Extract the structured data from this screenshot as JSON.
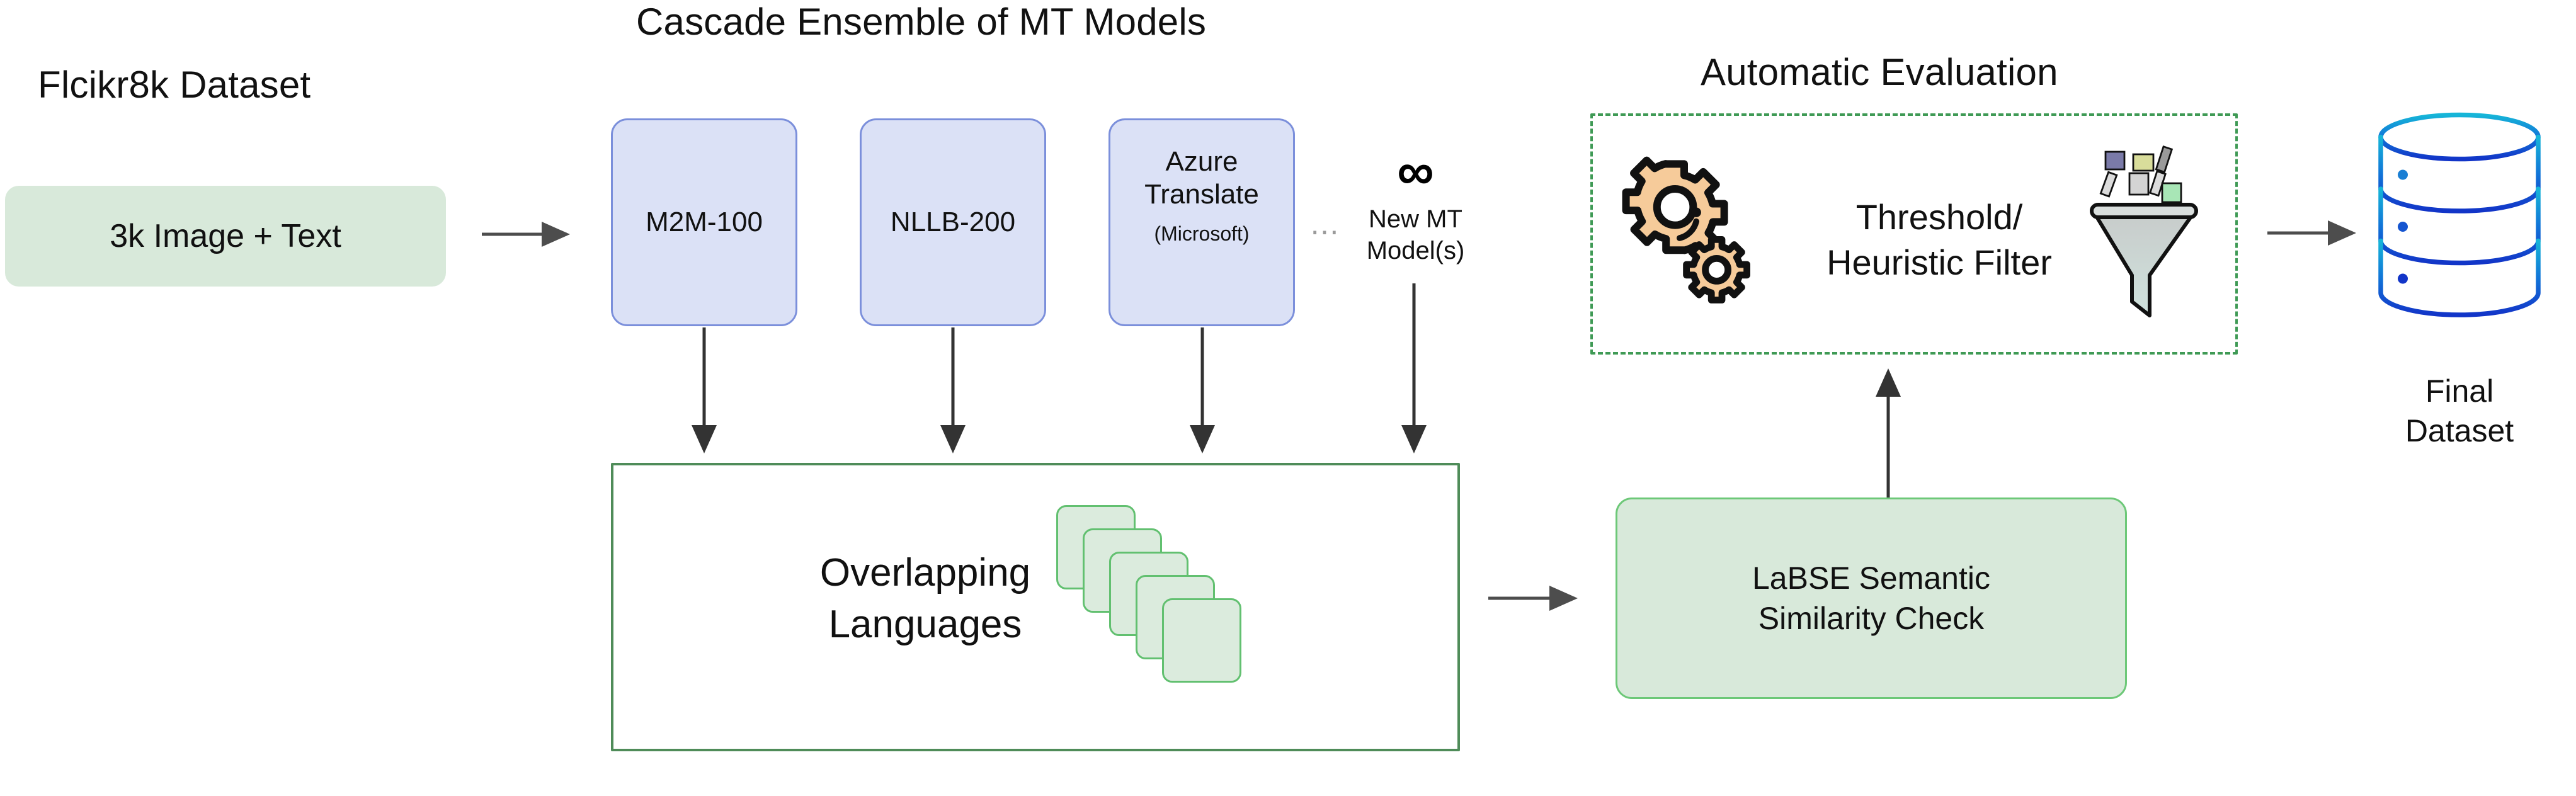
{
  "diagram": {
    "title_left": "Flcikr8k Dataset",
    "title_center": "Cascade Ensemble of MT Models",
    "title_right": "Automatic Evaluation"
  },
  "source": {
    "box_label": "3k Image + Text"
  },
  "mt_models": [
    {
      "name": "M2M-100",
      "sub": ""
    },
    {
      "name": "NLLB-200",
      "sub": ""
    },
    {
      "name": "Azure\nTranslate",
      "sub": "(Microsoft)"
    }
  ],
  "mt_models_flat": {
    "m2m": "M2M-100",
    "nllb": "NLLB-200",
    "azure_line1": "Azure",
    "azure_line2": "Translate",
    "azure_sub": "(Microsoft)"
  },
  "extensible": {
    "ellipsis": "⋯",
    "infinity_icon": "∞",
    "label_line1": "New MT",
    "label_line2": "Model(s)"
  },
  "overlap": {
    "label_line1": "Overlapping",
    "label_line2": "Languages",
    "card_count": 5
  },
  "labse": {
    "label_line1": "LaBSE Semantic",
    "label_line2": "Similarity Check"
  },
  "evaluation": {
    "filter_line1": "Threshold/",
    "filter_line2": "Heuristic Filter",
    "gear_icon": "gears-icon",
    "funnel_icon": "funnel-icon"
  },
  "final": {
    "database_icon": "database-cylinder-icon",
    "label_line1": "Final",
    "label_line2": "Dataset"
  },
  "colors": {
    "green_fill": "#d8e9da",
    "green_border": "#6dc878",
    "green_dark_border": "#4f8c59",
    "blue_fill": "#dbe1f6",
    "blue_border": "#7b8fdb",
    "dashed_green": "#3f9a55",
    "arrow_gray": "#4d4d4d",
    "gear_peach": "#f6cb9a",
    "funnel_gray": "#bfc4c4",
    "db_top": "#16b6d8",
    "db_bottom": "#1235c8"
  },
  "funnel_particles": [
    {
      "color": "#7a7aa8",
      "name": "particle-purple"
    },
    {
      "color": "#d9dd9b",
      "name": "particle-olive"
    },
    {
      "color": "#9a9a9a",
      "name": "particle-darkgray"
    },
    {
      "color": "#dcdcdc",
      "name": "particle-lightgray-1"
    },
    {
      "color": "#d4d4d4",
      "name": "particle-lightgray-2"
    },
    {
      "color": "#dcdcdc",
      "name": "particle-lightgray-3"
    },
    {
      "color": "#a8e6b6",
      "name": "particle-green"
    }
  ]
}
